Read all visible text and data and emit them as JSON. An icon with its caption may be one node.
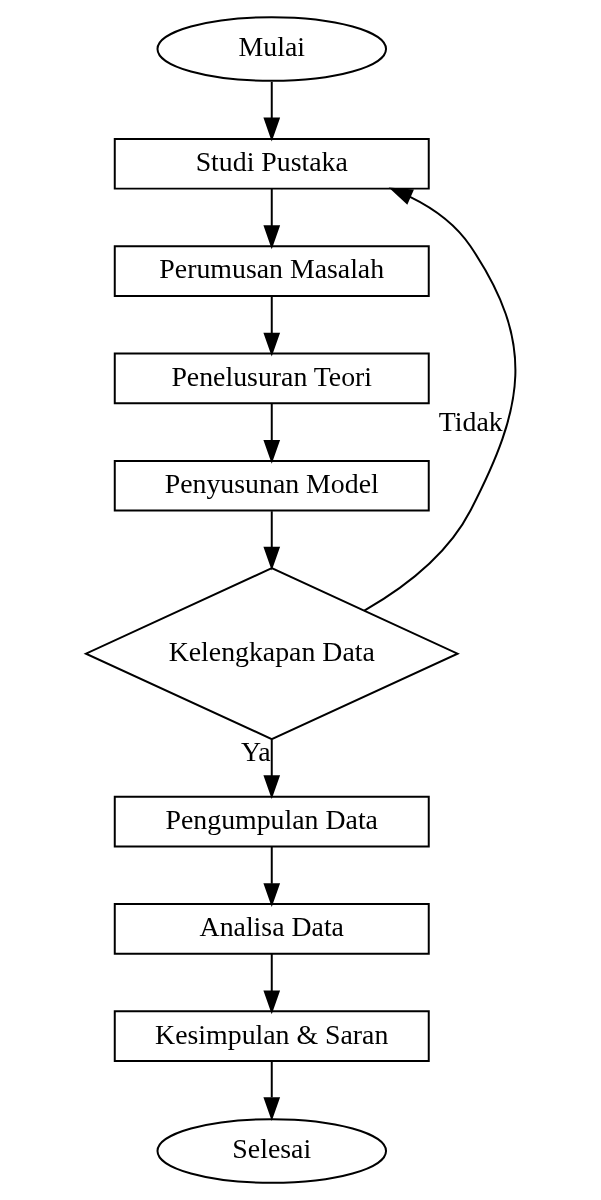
{
  "diagram": {
    "nodes": [
      {
        "text": [
          "Mulai"
        ]
      },
      {
        "text": [
          "Studi Pustaka"
        ]
      },
      {
        "text": [
          "Perumusan Masalah"
        ]
      },
      {
        "text": [
          "Penelusuran Teori"
        ]
      },
      {
        "text": [
          "Penyusunan Model"
        ]
      },
      {
        "text": [
          "Kelengkapan Data"
        ]
      },
      {
        "text": [
          "Pengumpulan Data"
        ]
      },
      {
        "text": [
          "Analisa Data"
        ]
      },
      {
        "text": [
          "Kesimpulan & Saran"
        ]
      },
      {
        "text": [
          "Selesai"
        ]
      }
    ],
    "edges": [
      {
        "from": 0,
        "to": 1,
        "arrow": "to"
      },
      {
        "from": 1,
        "to": 2,
        "arrow": "to"
      },
      {
        "from": 2,
        "to": 3,
        "arrow": "to"
      },
      {
        "from": 3,
        "to": 4,
        "arrow": "to"
      },
      {
        "from": 4,
        "to": 5,
        "arrow": "to"
      },
      {
        "from": 5,
        "to": 1,
        "arrow": "to",
        "label": "Tidak"
      },
      {
        "from": 5,
        "to": 6,
        "arrow": "to",
        "label": "Ya"
      },
      {
        "from": 6,
        "to": 7,
        "arrow": "to"
      },
      {
        "from": 7,
        "to": 8,
        "arrow": "to"
      },
      {
        "from": 8,
        "to": 9,
        "arrow": "to"
      }
    ]
  }
}
